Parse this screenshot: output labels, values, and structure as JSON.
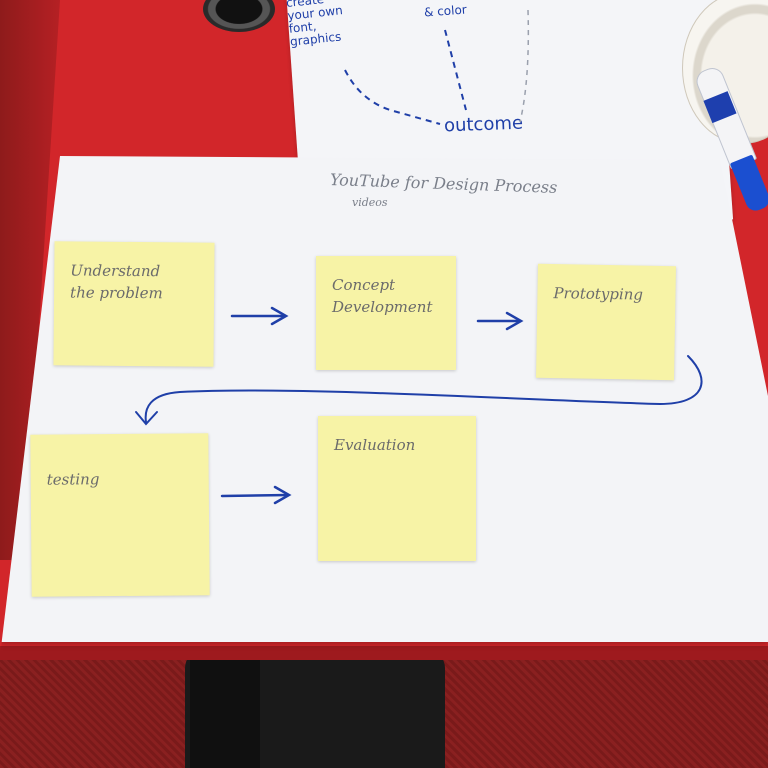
{
  "back_sheet": {
    "fragment_1": "create\nyour own\nfont,\ngraphics",
    "fragment_2": "& color",
    "outcome": "outcome"
  },
  "poster": {
    "title": "YouTube for Design Process",
    "subtitle": "videos"
  },
  "notes": [
    {
      "label": "Understand\nthe problem"
    },
    {
      "label": "Concept\nDevelopment"
    },
    {
      "label": "Prototyping"
    },
    {
      "label": "testing"
    },
    {
      "label": "Evaluation"
    }
  ],
  "colors": {
    "table": "#d2262a",
    "paper": "#f3f4f7",
    "sticky_note": "#f7f3a6",
    "ink_blue": "#1f3fa8",
    "pencil": "#6b6b6b"
  }
}
